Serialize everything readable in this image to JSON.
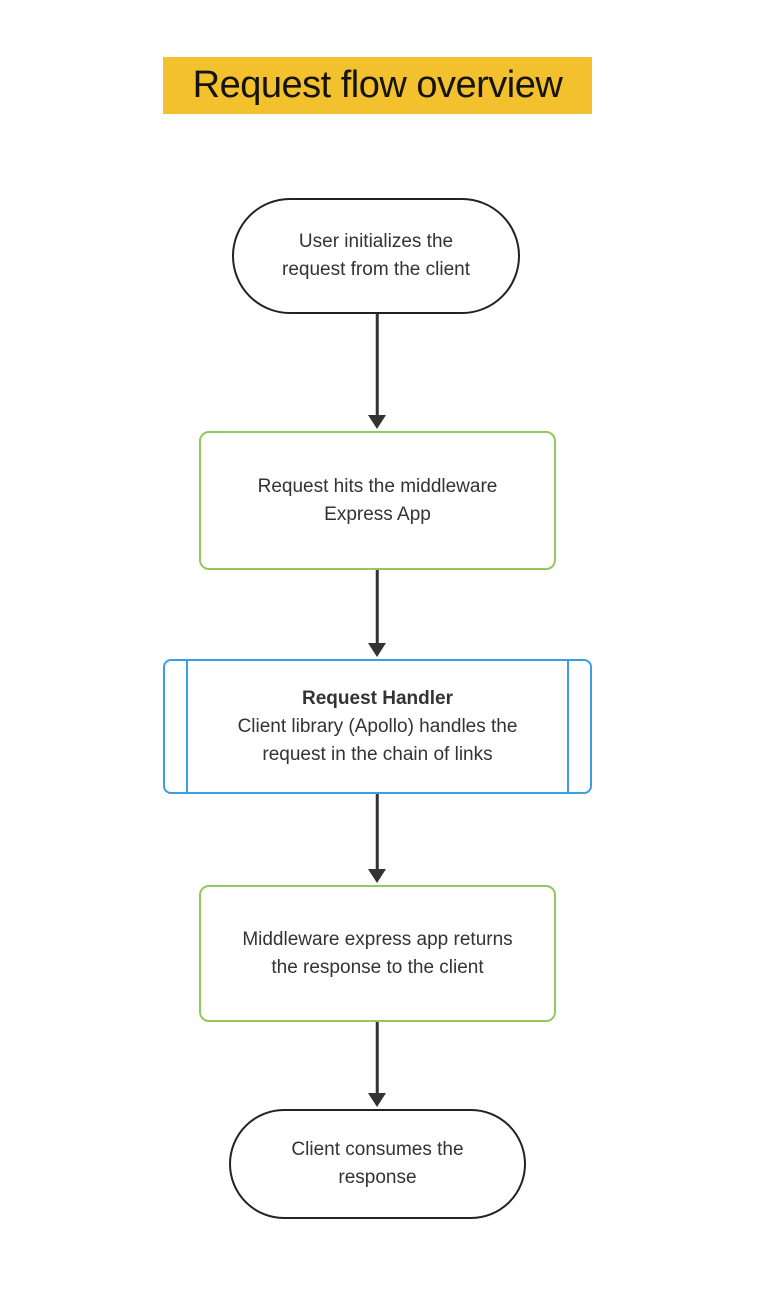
{
  "diagram": {
    "title": "Request flow overview",
    "nodes": {
      "start": {
        "shape": "stadium",
        "line1": "User initializes the",
        "line2": "request from the client"
      },
      "middleware_in": {
        "shape": "rounded-rect",
        "line1": "Request hits the middleware",
        "line2": "Express App"
      },
      "handler": {
        "shape": "subroutine",
        "heading": "Request Handler",
        "line1": "Client library (Apollo) handles the",
        "line2": "request in the chain of links"
      },
      "middleware_out": {
        "shape": "rounded-rect",
        "line1": "Middleware express app returns",
        "line2": "the response to the client"
      },
      "end": {
        "shape": "stadium",
        "line1": "Client consumes the",
        "line2": "response"
      }
    },
    "edges": [
      {
        "from": "start",
        "to": "middleware_in"
      },
      {
        "from": "middleware_in",
        "to": "handler"
      },
      {
        "from": "handler",
        "to": "middleware_out"
      },
      {
        "from": "middleware_out",
        "to": "end"
      }
    ],
    "colors": {
      "background": "#FFFFFF",
      "title_bg": "#F2C12D",
      "title_text": "#16130A",
      "stadium_border": "#222222",
      "process_border_green": "#93C85C",
      "subroutine_border_blue": "#3B9EE4",
      "node_text": "#333333",
      "connector": "#333333"
    }
  }
}
